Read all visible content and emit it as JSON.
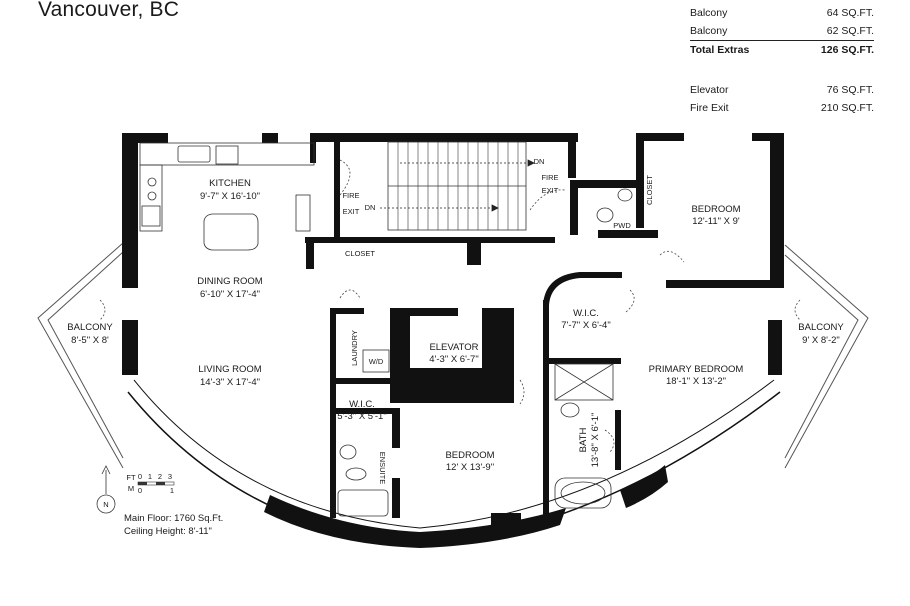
{
  "title": "Vancouver, BC",
  "areas_top": [
    {
      "label": "Balcony",
      "value": "64 SQ.FT."
    },
    {
      "label": "Balcony",
      "value": "62 SQ.FT."
    }
  ],
  "total": {
    "label": "Total Extras",
    "value": "126 SQ.FT."
  },
  "areas_bottom": [
    {
      "label": "Elevator",
      "value": "76 SQ.FT."
    },
    {
      "label": "Fire Exit",
      "value": "210 SQ.FT."
    }
  ],
  "rooms": {
    "kitchen": {
      "name": "KITCHEN",
      "dim": "9'-7\" X 16'-10\""
    },
    "dining": {
      "name": "DINING ROOM",
      "dim": "6'-10\" X 17'-4\""
    },
    "living": {
      "name": "LIVING ROOM",
      "dim": "14'-3\" X 17'-4\""
    },
    "balcony_left": {
      "name": "BALCONY",
      "dim": "8'-5\" X 8'"
    },
    "balcony_right": {
      "name": "BALCONY",
      "dim": "9' X 8'-2\""
    },
    "elevator": {
      "name": "ELEVATOR",
      "dim": "4'-3\" X 6'-7\""
    },
    "wic_small": {
      "name": "W.I.C.",
      "dim": "5'-3\" X 5'-1\""
    },
    "bedroom2": {
      "name": "BEDROOM",
      "dim": "12' X 13'-9\""
    },
    "bedroom1": {
      "name": "BEDROOM",
      "dim": "12'-11\" X 9'"
    },
    "wic_primary": {
      "name": "W.I.C.",
      "dim": "7'-7\" X 6'-4\""
    },
    "primary": {
      "name": "PRIMARY BEDROOM",
      "dim": "18'-1\" X 13'-2\""
    },
    "bath": {
      "name": "BATH",
      "dim": "13'-8\" X 6'-1\""
    }
  },
  "labels": {
    "fire_exit_left": [
      "FIRE",
      "EXIT"
    ],
    "fire_exit_right": [
      "FIRE",
      "EXIT"
    ],
    "closet_mid": "CLOSET",
    "closet_right": "CLOSET",
    "laundry": "LAUNDRY",
    "wd": "W/D",
    "ensuite": "ENSUITE",
    "pwd": "PWD",
    "dn1": "DN",
    "dn2": "DN"
  },
  "scale": {
    "ft": "FT",
    "m": "M",
    "ticks": [
      "0",
      "1",
      "2",
      "3"
    ],
    "m_ticks": [
      "0",
      "1"
    ],
    "north": "N"
  },
  "notes": {
    "main_floor": "Main Floor: 1760 Sq.Ft.",
    "ceiling": "Ceiling Height: 8'-11\""
  }
}
